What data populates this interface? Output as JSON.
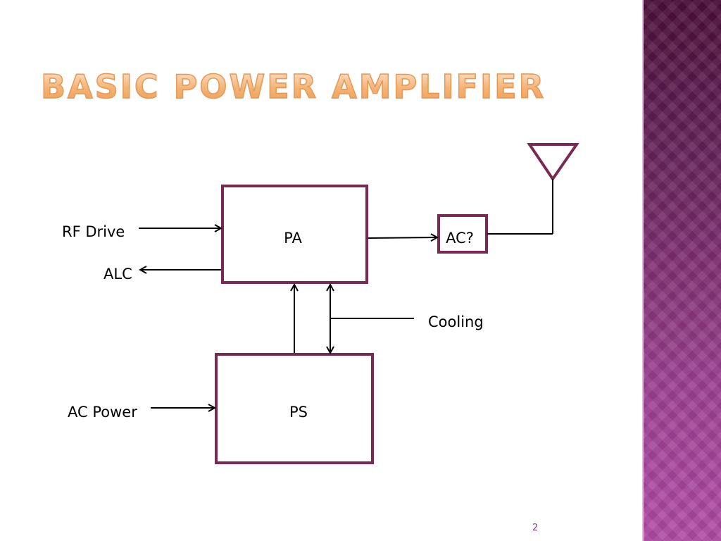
{
  "slide": {
    "title": "BASIC POWER AMPLIFIER",
    "page_number": "2"
  },
  "diagram": {
    "blocks": {
      "pa": "PA",
      "ps": "PS",
      "ac": "AC?"
    },
    "labels": {
      "rf_drive": "RF Drive",
      "alc": "ALC",
      "cooling": "Cooling",
      "ac_power": "AC Power"
    }
  },
  "colors": {
    "block_border": "#7a2a52",
    "title_fill": "#f4b374",
    "accent_band": "#9a3f8e"
  }
}
